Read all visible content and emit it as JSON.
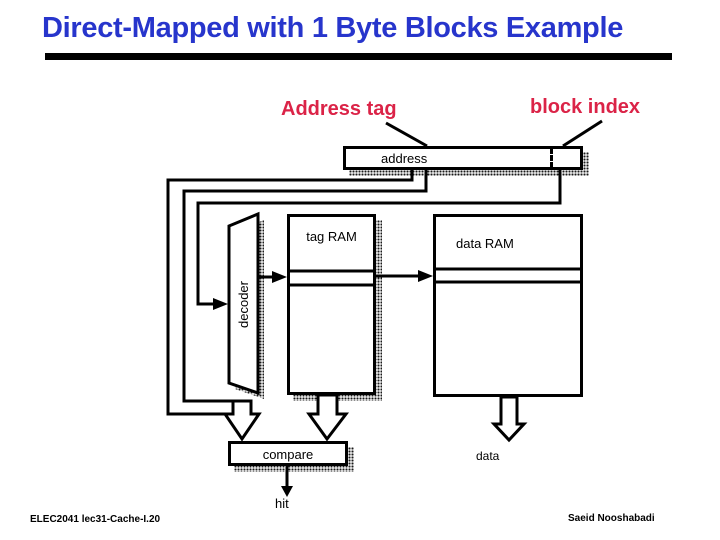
{
  "slide": {
    "title": "Direct-Mapped with 1 Byte Blocks Example",
    "footer_left": "ELEC2041 lec31-Cache-I.20",
    "footer_right": "Saeid Nooshabadi"
  },
  "callouts": {
    "address_tag": "Address tag",
    "block_index": "block index"
  },
  "diagram": {
    "address_box": "address",
    "tag_ram": "tag RAM",
    "data_ram": "data RAM",
    "decoder": "decoder",
    "compare": "compare",
    "hit": "hit",
    "data": "data"
  },
  "colors": {
    "title_blue": "#2735CC",
    "callout_red": "#DB2347",
    "diagram_black": "#000000",
    "background": "#FFFFFF"
  }
}
